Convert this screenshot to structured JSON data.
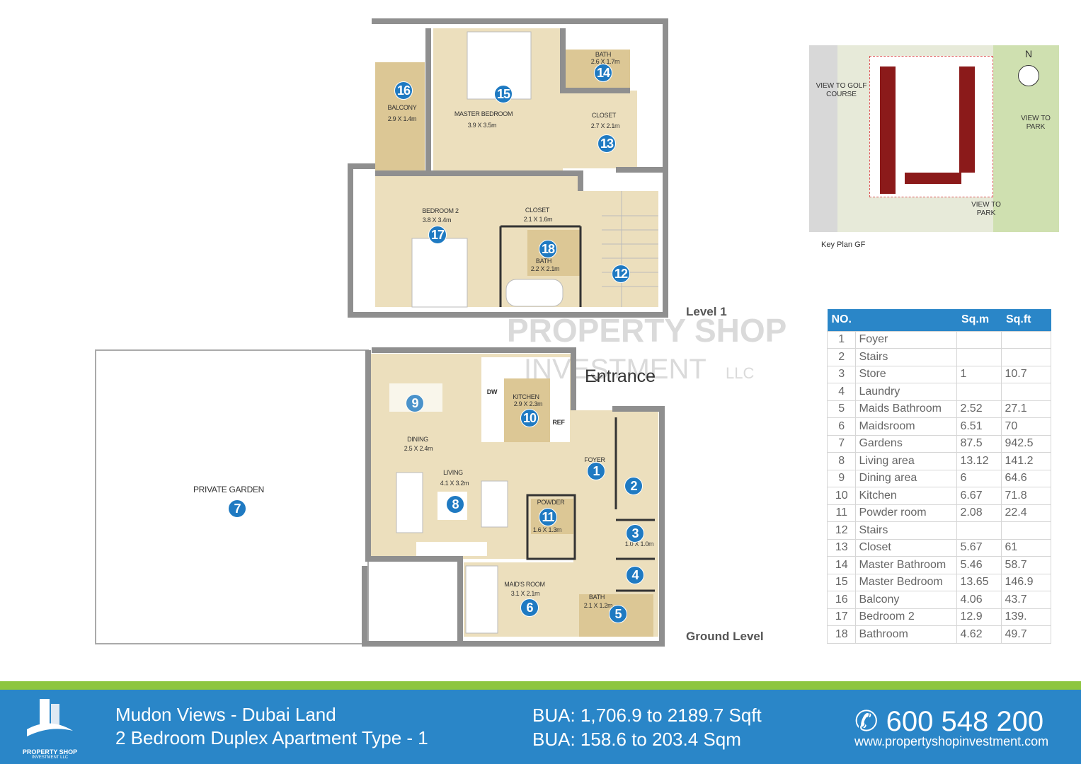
{
  "watermark": {
    "line1": "PROPERTY SHOP",
    "line2": "INVESTMENT",
    "suffix": "LLC"
  },
  "levels": {
    "upper": "Level 1",
    "ground": "Ground Level",
    "entrance": "Entrance"
  },
  "rooms": {
    "balcony": {
      "name": "BALCONY",
      "size": "2.9 X 1.4m",
      "no": "16"
    },
    "master_bedroom": {
      "name": "MASTER BEDROOM",
      "size": "3.9 X 3.5m",
      "no": "15"
    },
    "master_bath": {
      "name": "BATH",
      "size": "2.6 X 1.7m",
      "no": "14"
    },
    "master_closet": {
      "name": "CLOSET",
      "size": "2.7 X 2.1m",
      "no": "13"
    },
    "bedroom2": {
      "name": "BEDROOM  2",
      "size": "3.8 X 3.4m",
      "no": "17"
    },
    "closet2": {
      "name": "CLOSET",
      "size": "2.1 X 1.6m"
    },
    "bath2": {
      "name": "BATH",
      "size": "2.2 X 2.1m",
      "no": "18"
    },
    "stairs_upper": {
      "no": "12"
    },
    "dining": {
      "name": "DINING",
      "size": "2.5 X 2.4m",
      "no": "9"
    },
    "kitchen": {
      "name": "KITCHEN",
      "size": "2.9 X 2.3m",
      "no": "10",
      "dw": "DW",
      "ref": "REF"
    },
    "living": {
      "name": "LIVING",
      "size": "4.1 X 3.2m",
      "no": "8"
    },
    "foyer": {
      "name": "FOYER",
      "no": "1"
    },
    "stairs_ground": {
      "no": "2"
    },
    "powder": {
      "name": "POWDER",
      "size": "1.6 X 1.3m",
      "no": "11"
    },
    "store": {
      "size": "1.0 X 1.0m",
      "no": "3"
    },
    "laundry": {
      "no": "4"
    },
    "maids_room": {
      "name": "MAID'S ROOM",
      "size": "3.1 X 2.1m",
      "no": "6"
    },
    "maids_bath": {
      "name": "BATH",
      "size": "2.1 X 1.2m",
      "no": "5"
    },
    "garden": {
      "name": "PRIVATE GARDEN",
      "no": "7"
    }
  },
  "key_plan": {
    "north": "N",
    "view_golf": "VIEW TO GOLF COURSE",
    "view_park_east": "VIEW TO PARK",
    "view_park_south": "VIEW TO PARK",
    "caption": "Key Plan GF"
  },
  "area_table": {
    "headers": [
      "NO.",
      "",
      "Sq.m",
      "Sq.ft"
    ],
    "rows": [
      [
        "1",
        "Foyer",
        "",
        ""
      ],
      [
        "2",
        "Stairs",
        "",
        ""
      ],
      [
        "3",
        "Store",
        "1",
        "10.7"
      ],
      [
        "4",
        "Laundry",
        "",
        ""
      ],
      [
        "5",
        "Maids Bathroom",
        "2.52",
        "27.1"
      ],
      [
        "6",
        "Maidsroom",
        "6.51",
        "70"
      ],
      [
        "7",
        "Gardens",
        "87.5",
        "942.5"
      ],
      [
        "8",
        "Living area",
        "13.12",
        "141.2"
      ],
      [
        "9",
        "Dining area",
        "6",
        "64.6"
      ],
      [
        "10",
        "Kitchen",
        "6.67",
        "71.8"
      ],
      [
        "11",
        "Powder room",
        "2.08",
        "22.4"
      ],
      [
        "12",
        "Stairs",
        "",
        ""
      ],
      [
        "13",
        "Closet",
        "5.67",
        "61"
      ],
      [
        "14",
        "Master Bathroom",
        "5.46",
        "58.7"
      ],
      [
        "15",
        "Master Bedroom",
        "13.65",
        "146.9"
      ],
      [
        "16",
        "Balcony",
        "4.06",
        "43.7"
      ],
      [
        "17",
        "Bedroom 2",
        "12.9",
        "139."
      ],
      [
        "18",
        "Bathroom",
        "4.62",
        "49.7"
      ]
    ]
  },
  "footer": {
    "logo_name": "PROPERTY SHOP",
    "logo_sub": "INVESTMENT LLC",
    "project": "Mudon Views - Dubai Land",
    "unit_type": "2 Bedroom Duplex Apartment Type - 1",
    "bua_sqft": "BUA: 1,706.9 to 2189.7 Sqft",
    "bua_sqm": "BUA: 158.6 to 203.4 Sqm",
    "phone": "600 548 200",
    "website": "www.propertyshopinvestment.com"
  },
  "colors": {
    "brand_blue": "#2a86c8",
    "brand_green": "#8dc63f",
    "floor": "#ecdfbd",
    "wet": "#dcc795",
    "wall": "#9a9a9a"
  }
}
